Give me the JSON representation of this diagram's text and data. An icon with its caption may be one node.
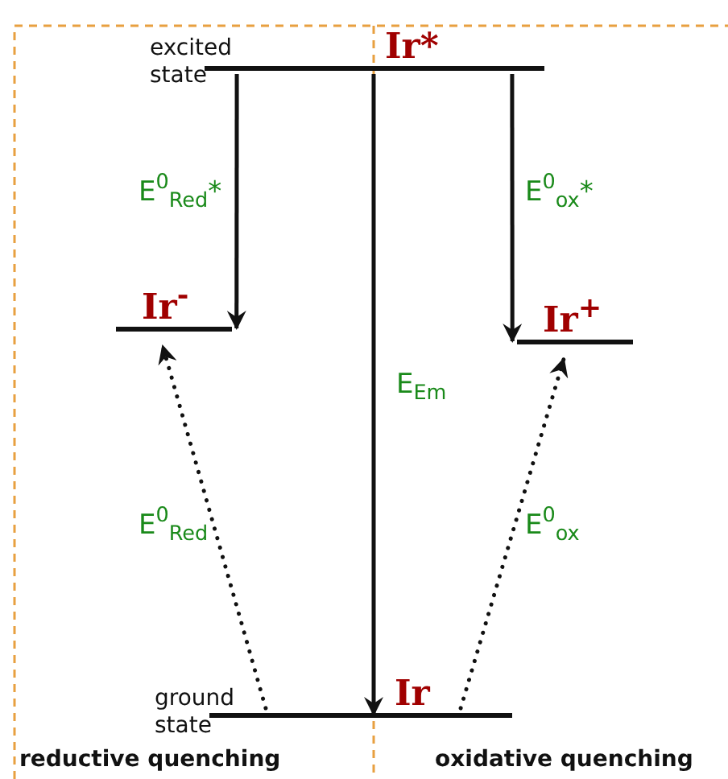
{
  "diagram": {
    "nodes": [
      {
        "text": [
          "Ir*"
        ],
        "beside": [
          "excited state"
        ]
      },
      {
        "text": [
          "Ir$^{-}$"
        ]
      },
      {
        "text": [
          "Ir$^{+}$"
        ]
      },
      {
        "text": [
          "Ir"
        ],
        "beside": [
          "ground state"
        ]
      }
    ],
    "edges": [
      {
        "from": 0,
        "to": 1,
        "arrow": "to",
        "label": "E$^{0}$$_{Red}$*"
      },
      {
        "from": 0,
        "to": 2,
        "arrow": "to",
        "label": "E$^{0}$$_{ox}$*"
      },
      {
        "from": 0,
        "to": 3,
        "arrow": "to",
        "label": "E$_{Em}$"
      },
      {
        "from": 3,
        "to": 1,
        "arrow": "to",
        "label": "E$^{0}$$_{Red}$",
        "style": "dashed"
      },
      {
        "from": 3,
        "to": 2,
        "arrow": "to",
        "label": "E$^{0}$$_{ox}$",
        "style": "dashed"
      }
    ],
    "labels": [
      "reductive quenching",
      "oxidative quenching"
    ]
  }
}
